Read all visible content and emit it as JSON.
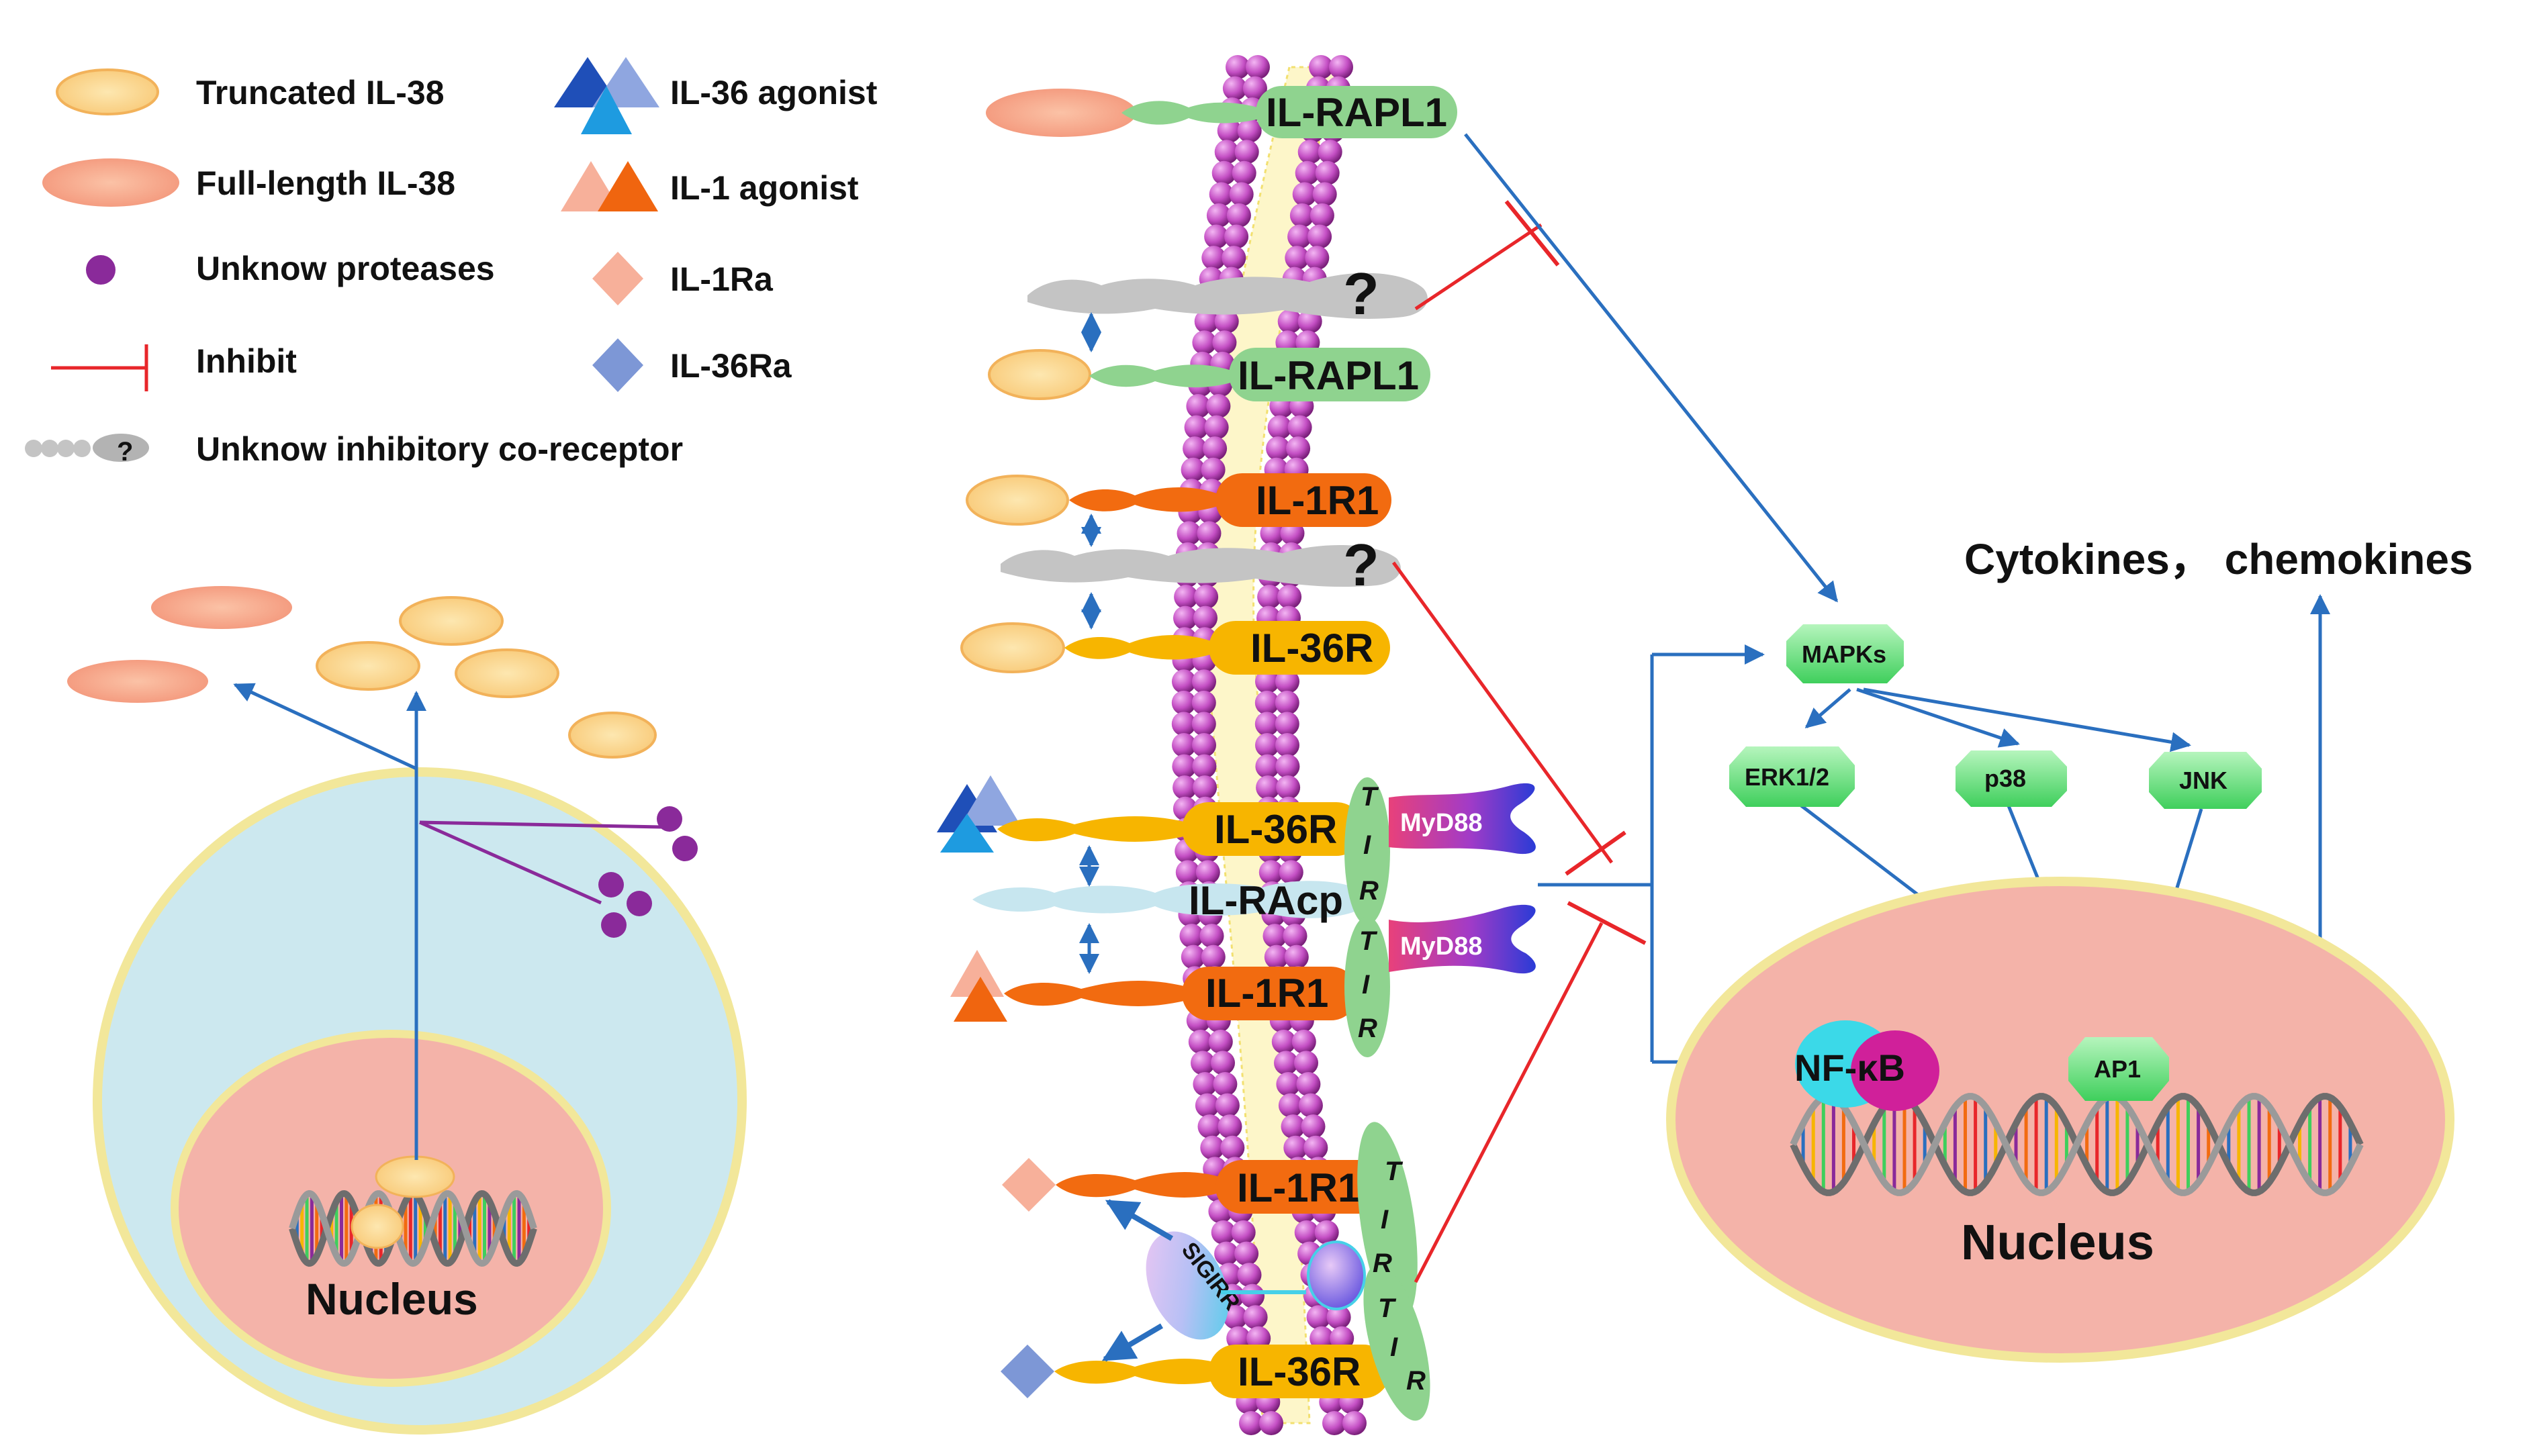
{
  "legend": {
    "truncated": "Truncated IL-38",
    "full_length": "Full-length IL-38",
    "proteases": "Unknow proteases",
    "inhibit": "Inhibit",
    "coreceptor": "Unknow inhibitory co-receptor",
    "coreceptor_mark": "?",
    "il36_agonist": "IL-36 agonist",
    "il1_agonist": "IL-1 agonist",
    "il1ra": "IL-1Ra",
    "il36ra": "IL-36Ra"
  },
  "receptors": {
    "rapl1_top": "IL-RAPL1",
    "unknown_1": "?",
    "rapl1_second": "IL-RAPL1",
    "il1r1_a": "IL-1R1",
    "unknown_2": "?",
    "il36r_a": "IL-36R",
    "il36r_b": "IL-36R",
    "il1racp": "IL-RAcp",
    "il1r1_b": "IL-1R1",
    "il1r1_c": "IL-1R1",
    "il36r_c": "IL-36R",
    "sigirr": "SIGIRR",
    "myd88_1": "MyD88",
    "myd88_2": "MyD88",
    "tir_letters": [
      "T",
      "I",
      "R"
    ]
  },
  "cell": {
    "nucleus_left": "Nucleus"
  },
  "pathway": {
    "output": "Cytokines， chemokines",
    "mapks": "MAPKs",
    "erk": "ERK1/2",
    "p38": "p38",
    "jnk": "JNK",
    "nfkb": "NF-κB",
    "ap1": "AP1",
    "nucleus_right": "Nucleus"
  },
  "colors": {
    "truncated_fill": "#fcd98c",
    "full_fill": "#f7a98a",
    "protease": "#8a2a9a",
    "inhibit": "#e8262a",
    "arrow": "#2a6fbf",
    "coreceptor": "#c4c4c4",
    "rapl1": "#8fd38f",
    "il1r1": "#f26b10",
    "il36r": "#f7b500",
    "racp": "#c7e6ef",
    "cytoplasm": "#cce8ef",
    "nucleus": "#f4b3a9",
    "membrane_bead": "#c44fc4",
    "node": "#7be08a"
  }
}
